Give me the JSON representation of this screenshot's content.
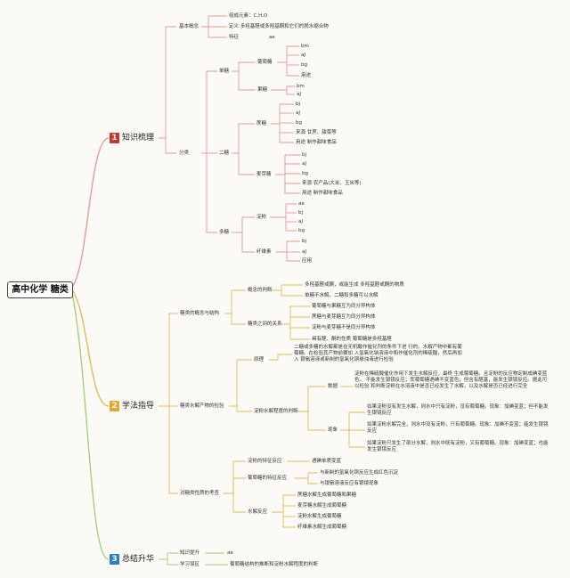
{
  "colors": {
    "red": "#c0392b",
    "yellow": "#e3a92f",
    "blue": "#2c7fc2",
    "green": "#8cc34a",
    "line_red": "#e89a92",
    "line_yellow": "#e0bb57",
    "line_green": "#a6cf76"
  },
  "root": {
    "label": "高中化学 糖类"
  },
  "branches": [
    {
      "num": "1",
      "label": "知识梳理",
      "color": "red",
      "nodes": {
        "basic": "基本概念",
        "basic_items": [
          "组成元素：C,H,O",
          "定义 多羟基醛或多羟基酮和它们的脱水缩合物",
          "特征"
        ],
        "feature_value": "ae",
        "classify": "分类",
        "mono": "单糖",
        "glucose": "葡萄糖",
        "glucose_items": [
          "bm",
          "aJ",
          "bg",
          "用途"
        ],
        "fructose": "果糖",
        "fructose_items": [
          "bm",
          "aJ"
        ],
        "di": "二糖",
        "sucrose": "蔗糖",
        "sucrose_items": [
          "bj",
          "aJ",
          "bg",
          "来源 甘蔗、甜菜等",
          "用途 制作甜味食品"
        ],
        "maltose": "麦芽糖",
        "maltose_items": [
          "bj",
          "aJ",
          "bg",
          "来源 农产品(大米、玉米等)",
          "用途 制作甜味食品"
        ],
        "poly": "多糖",
        "starch": "淀粉",
        "starch_items": [
          "ae",
          "bj",
          "aJ",
          "bg"
        ],
        "cellulose": "纤维素",
        "cellulose_items": [
          "bj",
          "aJ",
          "应用"
        ]
      }
    },
    {
      "num": "2",
      "label": "学法指导",
      "color": "yellow",
      "nodes": {
        "concept": "糖类的概念与结构",
        "judge": "概念的判断",
        "judge_items": [
          "多羟基醛或酮，或能生成 多羟基醛或酮的物质",
          "单糖不水解，二糖和多糖可以水解"
        ],
        "relation": "糖类之间的关系",
        "relation_items": [
          "葡萄糖与果糖互为同分异构体",
          "蔗糖与麦芽糖互为同分异构体",
          "淀粉与麦芽糖不是同分异构体",
          "具有醛、酮的性质 葡萄糖是多羟基醛"
        ],
        "hydrolysis": "糖类水解产物的检验",
        "principle": "原理",
        "principle_text": "二糖或多糖的水解都是在无机酸作催化剂的条件下进 行的。水解产物中都有葡萄糖。在检验其产物前要加 入氢氧化钠溶液中和作催化剂的稀硫酸，然后再加入 银氨溶液或新制的氢氧化铜悬浊液进行检验",
        "degree": "淀粉水解程度的判断",
        "data": "数据",
        "data_text": "淀粉在稀硫酸催化作用下发生水解反应，最终 生成葡萄糖。且淀粉的反应物定制成碘变蓝色。 不能发生银镜反应；而葡萄糖遇碘不变蓝色，但含有醛基，能发生银镜反应。据此可以检验 和判断淀粉在水溶液中是否已经发生了水解，以及水解是否已经进行完全",
        "phenomenon": "现象",
        "phenomenon_items": [
          "如果淀粉没有发生水解，则水中只有淀粉，没有葡萄糖。现象：加碘变蓝；但不能发生银镜反应",
          "如果淀粉水解完全，则水中没有淀粉，只有葡萄糖。现象：加碘不变蓝；能发生银镜反应",
          "如果淀粉只发生了部分水解，则水中既有淀粉，又有葡萄糖。现象：加碘变蓝；也能发生银镜反应"
        ],
        "properties": "对糖类性质的考查",
        "starch_reaction": "淀粉的特征反应",
        "starch_reaction_item": "遇碘单质变蓝",
        "glucose_reaction": "葡萄糖的特征反应",
        "glucose_reaction_items": [
          "与新制的氢氧化铜反应生成红色沉淀",
          "与银氨溶液反应有银镜现象"
        ],
        "hydro_reaction": "水解反应",
        "hydro_items": [
          "蔗糖水解生成葡萄糖和果糖",
          "麦芽糖水解生成葡萄糖",
          "淀粉水解生成葡萄糖",
          "纤维素水解生成葡萄糖"
        ]
      }
    },
    {
      "num": "3",
      "label": "总结升华",
      "color": "blue",
      "nodes": {
        "knowledge": "知识提升",
        "knowledge_value": "ae",
        "misconception": "学习误区",
        "misconception_value": "葡萄糖结构的推断和淀粉水解程度的判断"
      }
    }
  ]
}
